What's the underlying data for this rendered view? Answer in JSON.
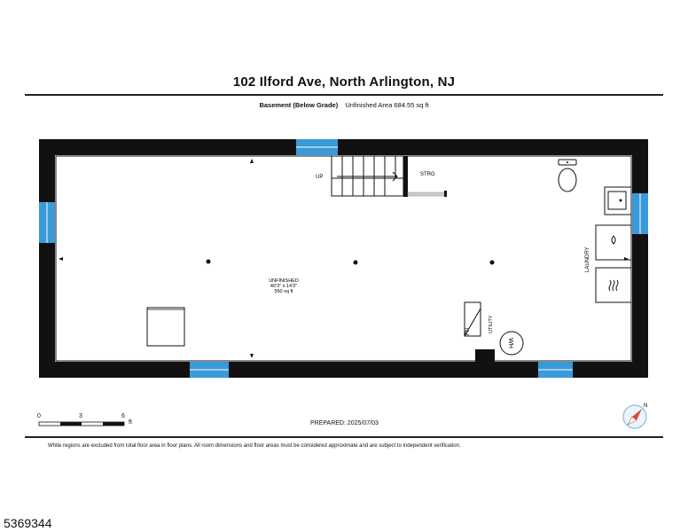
{
  "header": {
    "address": "102 Ilford Ave, North Arlington, NJ",
    "level": "Basement (Below Grade)",
    "area_summary": "Unfinished Area 684.55 sq ft"
  },
  "rooms": {
    "main_label": "UNFINISHED",
    "main_dims": "40'3\" x 14'3\"",
    "main_area": "550 sq ft",
    "storage": "STRG",
    "stairs": "UP",
    "utility": "UTILITY",
    "laundry": "LAUNDRY",
    "furnace": "FN",
    "water_heater": "WH"
  },
  "scale": {
    "labels": [
      "0",
      "3",
      "6"
    ],
    "unit": "ft"
  },
  "compass": {
    "north": "N"
  },
  "footer": {
    "prepared": "PREPARED: 2025/07/03",
    "disclaimer": "White regions are excluded from total floor area in floor plans. All room dimensions and floor areas must be considered approximate and are subject to independent verification.",
    "listing_id": "5369344"
  },
  "colors": {
    "wall": "#111111",
    "window": "#3a9ad9",
    "compass": "#d94a3a"
  }
}
